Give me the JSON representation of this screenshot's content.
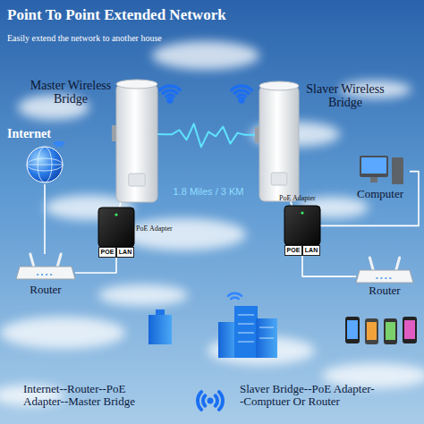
{
  "diagram": {
    "title": "Point To Point Extended Network",
    "nodes": [
      {
        "text": [
          "Internet"
        ]
      },
      {
        "text": [
          "Master Wireless Bridge"
        ]
      },
      {
        "text": [
          "Slaver Wireless Bridge"
        ]
      },
      {
        "text": [
          "PoE Adapter",
          "POE",
          "LAN"
        ]
      },
      {
        "text": [
          "Router"
        ]
      },
      {
        "text": [
          "PoE Adapter",
          "POE",
          "LAN"
        ]
      },
      {
        "text": [
          "Computer"
        ]
      },
      {
        "text": [
          "Router"
        ]
      }
    ],
    "edges": [
      {
        "from": 0,
        "to": 4,
        "arrow": "none"
      },
      {
        "from": 4,
        "to": 3,
        "arrow": "none"
      },
      {
        "from": 3,
        "to": 1,
        "arrow": "none"
      },
      {
        "from": 1,
        "to": 2,
        "label": "1.8 Miles / 3 KM",
        "arrow": "none"
      },
      {
        "from": 2,
        "to": 5,
        "arrow": "none"
      },
      {
        "from": 5,
        "to": 6,
        "arrow": "none"
      },
      {
        "from": 5,
        "to": 7,
        "arrow": "none"
      }
    ],
    "labels": [
      "Easily extend the network to another house",
      "Internet--Router--PoE Adapter--Master Bridge",
      "Slaver Bridge--PoE Adapter--Comptuer Or Router"
    ]
  }
}
